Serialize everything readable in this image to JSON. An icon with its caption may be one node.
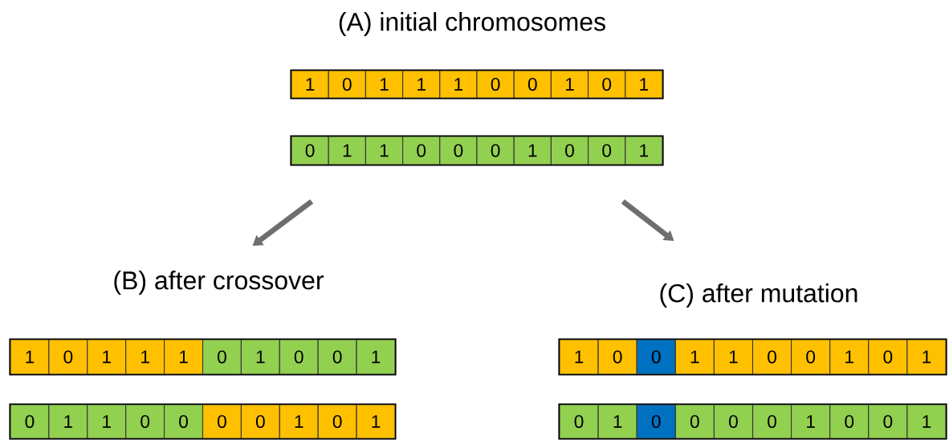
{
  "diagram": {
    "nodes": [
      {
        "text": [
          "(A) initial chromosomes"
        ]
      },
      {
        "text": [
          "1",
          "0",
          "1",
          "1",
          "1",
          "0",
          "0",
          "1",
          "0",
          "1"
        ]
      },
      {
        "text": [
          "0",
          "1",
          "1",
          "0",
          "0",
          "0",
          "1",
          "0",
          "0",
          "1"
        ]
      },
      {
        "text": [
          "(B) after crossover"
        ]
      },
      {
        "text": [
          "1",
          "0",
          "1",
          "1",
          "1",
          "0",
          "1",
          "0",
          "0",
          "1"
        ]
      },
      {
        "text": [
          "0",
          "1",
          "1",
          "0",
          "0",
          "0",
          "0",
          "1",
          "0",
          "1"
        ]
      },
      {
        "text": [
          "(C) after mutation"
        ]
      },
      {
        "text": [
          "1",
          "0",
          "0",
          "1",
          "1",
          "0",
          "0",
          "1",
          "0",
          "1"
        ]
      },
      {
        "text": [
          "0",
          "1",
          "0",
          "0",
          "0",
          "0",
          "1",
          "0",
          "0",
          "1"
        ]
      }
    ],
    "edges": [
      {
        "from": 2,
        "to": 3,
        "arrow": "to"
      },
      {
        "from": 2,
        "to": 6,
        "arrow": "to"
      }
    ]
  }
}
